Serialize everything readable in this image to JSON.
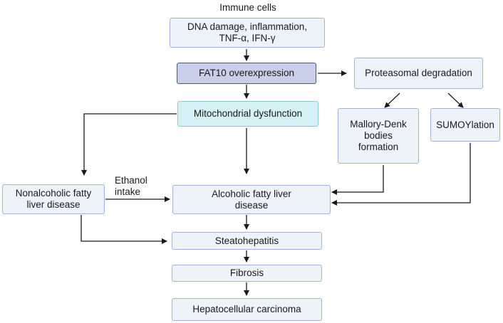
{
  "top_label": "Immune cells",
  "nodes": {
    "dna_damage": [
      "DNA damage, inflammation,",
      "TNF-α, IFN-γ"
    ],
    "fat10": "FAT10 overexpression",
    "proteasomal": "Proteasomal degradation",
    "mito": "Mitochondrial dysfunction",
    "mallory": [
      "Mallory-Denk",
      "bodies",
      "formation"
    ],
    "sumo": "SUMOYlation",
    "nafld": [
      "Nonalcoholic fatty",
      "liver disease"
    ],
    "afld": [
      "Alcoholic fatty liver",
      "disease"
    ],
    "steato": "Steatohepatitis",
    "fibrosis": "Fibrosis",
    "hcc": "Hepatocellular carcinoma"
  },
  "edge_labels": {
    "ethanol": [
      "Ethanol",
      "intake"
    ]
  }
}
